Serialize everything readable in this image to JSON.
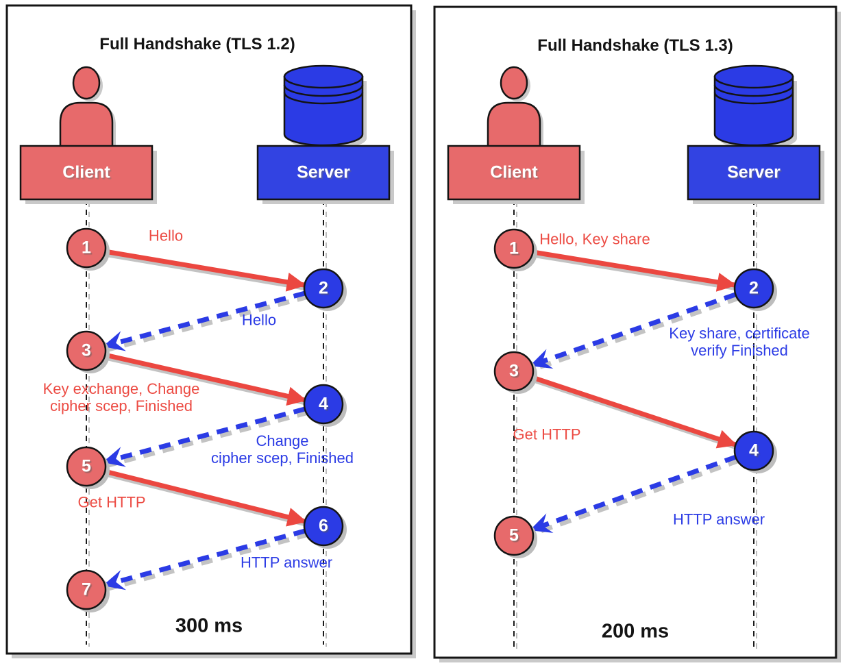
{
  "diagram": "TLS full handshake comparison sequence diagram",
  "colors": {
    "client_red_fill": "#E76A6B",
    "red_arrow_text": "#EC4B43",
    "server_blue_fill": "#2B3BE5",
    "server_box_blue": "#3243E2",
    "shadow_gray": "#C3C3C3",
    "outline_black": "#141414"
  },
  "panels": [
    {
      "title": "Full Handshake (TLS 1.2)",
      "client_label": "Client",
      "server_label": "Server",
      "total_time": "300 ms",
      "nodes": [
        {
          "label": "1",
          "actor": "client"
        },
        {
          "label": "2",
          "actor": "server"
        },
        {
          "label": "3",
          "actor": "client"
        },
        {
          "label": "4",
          "actor": "server"
        },
        {
          "label": "5",
          "actor": "client"
        },
        {
          "label": "6",
          "actor": "server"
        },
        {
          "label": "7",
          "actor": "client"
        }
      ],
      "messages": [
        {
          "from": "1",
          "to": "2",
          "direction": "client-to-server",
          "label": "Hello"
        },
        {
          "from": "2",
          "to": "3",
          "direction": "server-to-client",
          "label": "Hello"
        },
        {
          "from": "3",
          "to": "4",
          "direction": "client-to-server",
          "label": "Key exchange, Change cipher scep, Finished",
          "label_lines": [
            "Key exchange, Change",
            "cipher scep, Finished"
          ]
        },
        {
          "from": "4",
          "to": "5",
          "direction": "server-to-client",
          "label": "Change cipher scep, Finished",
          "label_lines": [
            "Change",
            "cipher scep, Finished"
          ]
        },
        {
          "from": "5",
          "to": "6",
          "direction": "client-to-server",
          "label": "Get HTTP"
        },
        {
          "from": "6",
          "to": "7",
          "direction": "server-to-client",
          "label": "HTTP answer"
        }
      ]
    },
    {
      "title": "Full Handshake (TLS 1.3)",
      "client_label": "Client",
      "server_label": "Server",
      "total_time": "200 ms",
      "nodes": [
        {
          "label": "1",
          "actor": "client"
        },
        {
          "label": "2",
          "actor": "server"
        },
        {
          "label": "3",
          "actor": "client"
        },
        {
          "label": "4",
          "actor": "server"
        },
        {
          "label": "5",
          "actor": "client"
        }
      ],
      "messages": [
        {
          "from": "1",
          "to": "2",
          "direction": "client-to-server",
          "label": "Hello, Key share"
        },
        {
          "from": "2",
          "to": "3",
          "direction": "server-to-client",
          "label": "Key share, certificate verify Finished",
          "label_lines": [
            "Key share, certificate",
            "verify Finished"
          ]
        },
        {
          "from": "3",
          "to": "4",
          "direction": "client-to-server",
          "label": "Get HTTP"
        },
        {
          "from": "4",
          "to": "5",
          "direction": "server-to-client",
          "label": "HTTP answer"
        }
      ]
    }
  ]
}
